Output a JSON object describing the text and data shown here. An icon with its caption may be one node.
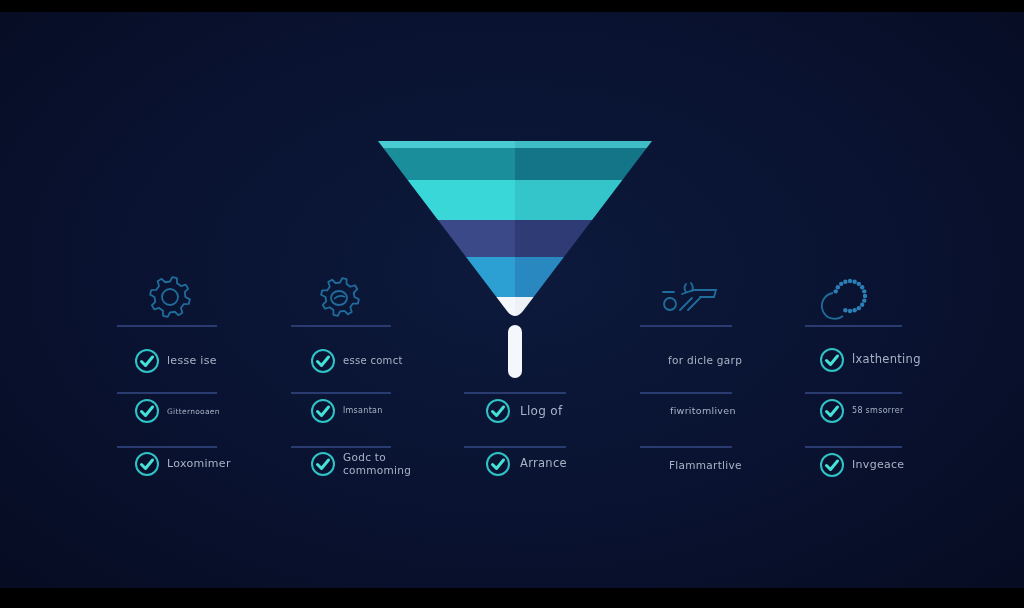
{
  "diagram": {
    "labels": [
      "lesse ise",
      "Gitternooaen",
      "Loxomimer",
      "esse comct",
      "lmsantan",
      "Godc to commoming",
      "Llog of",
      "Arrance",
      "for dicle garp",
      "fiwritomliven",
      "Flammartlive",
      "lxathenting",
      "58 smsorrer",
      "Invgeace"
    ]
  }
}
